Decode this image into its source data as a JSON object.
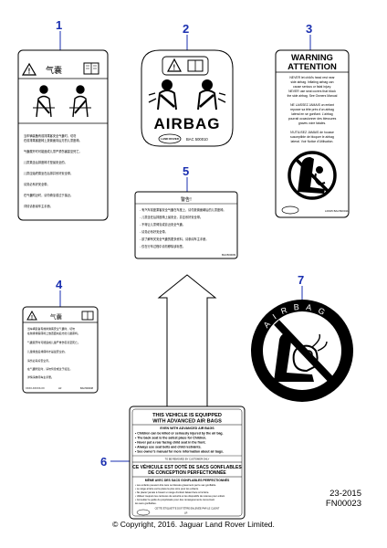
{
  "callouts": [
    "1",
    "2",
    "3",
    "4",
    "5",
    "6",
    "7"
  ],
  "label2": {
    "airbag": "AIRBAG",
    "brand": "LAND ROVER",
    "part": "BAC 500010"
  },
  "label3": {
    "title1": "WARNING",
    "title2": "ATTENTION",
    "en": [
      "NEVER let child's head rest near",
      "side airbag. Inflating airbag can",
      "cause serious or fatal injury.",
      "NEVER use seat covers that block",
      "the side airbag. See Owners Manual"
    ],
    "fr": [
      "NE LAISSEZ JAMAIS un enfant",
      "reposer sa tête près d'un airbag",
      "latéral en se gonflant. L'airbag",
      "pourrait occasionner des blessures",
      "graves voire fatales.",
      "N'UTILISEZ JAMAIS de housse",
      "susceptible de bloquer le airbag",
      "lateral. Voir Notice d'Utilisation."
    ],
    "part": "LR015 BAC500011"
  },
  "label5": {
    "title": "警告!",
    "lines": [
      "- 有汽车前座乘客安全气囊在车座上，请勿放置面朝后的儿童座椅。",
      "- 儿童坐在后排座椅上最安全，并应系好安全带。",
      "- 不得让儿童倚靠或靠近安全气囊。",
      "- 请务必系好安全带。",
      "- 欲了解有关安全气囊的更多资料，请参阅车主手册。",
      "- 仅在行车过程中请勿移除该标签。"
    ],
    "part": "BAC500009"
  },
  "label1": {
    "cn": [
      "当车辆装备有前排乘客安全气囊时，切勿",
      "在前排乘客座椅上放置面向后方的儿童座椅。",
      "气囊展开时可能造成儿童严重伤害甚至死亡。",
      "儿童乘坐后排座椅才是最安全的。",
      "儿童应始终乘坐在后排并系好安全带。",
      "请务必系好安全带。",
      "在气囊附近时，请勿倚靠或过于接近。",
      "详情请参阅车主手册。"
    ]
  },
  "label4": {
    "cn": [
      "当车辆装备有前排乘客安全气囊时，切勿",
      "在前排乘客座椅上放置面向后方的儿童座椅。",
      "气囊展开时可能造成儿童严重伤害甚至死亡。",
      "儿童乘坐后排座椅才是最安全的。",
      "请务必系好安全带。",
      "在气囊附近时，请勿倚靠或过于接近。",
      "详情请参阅车主手册。"
    ],
    "part_left": "XXXX-XXXXX-XX",
    "part_mid": "LR",
    "part_right": "BAC500008"
  },
  "label6": {
    "title1": "THIS VEHICLE IS EQUIPPED",
    "title2": "WITH ADVANCED AIR BAGS",
    "sub": "EVEN WITH ADVANCED AIR BAGS",
    "bullets": [
      "• Children can be killed or seriously injured by the air bag.",
      "• The back seat is the safest place for Children.",
      "• Never put a rear facing child seat in the front.",
      "• Always use seat belts and child restraints.",
      "• See owner's manual for more information about air bags."
    ],
    "removed": "TO BE REMOVED BY CUSTOMER ONLY",
    "fr_title1": "CE VÉHICULE EST DOTÉ DE SACS GONFLABLES",
    "fr_title2": "DE CONCEPTION PERFECTIONNÉE",
    "fr_sub": "MÊME AVEC DES SACS GONFLABLES PERFECTIONNÉS",
    "fr_bullets": [
      "• Les enfants peuvent être tués ou blessés gravement par le sac gonflable.",
      "• Le siège arrière est la place la plus sûre pour les enfants.",
      "• Ne placez jamais à l'avant un siège d'enfant faisant face à l'arrière.",
      "• Utilisez toujours les ceintures de sécurité et les dispositifs de retenue pour enfant.",
      "• Consultez le guide du propriétaire pour des renseignements concernant",
      "   les sacs gonflables."
    ],
    "fr_removed": "CETTE ÉTIQUETTE DOIT ÊTRE ENLEVÉE PAR LE CLIENT",
    "part": "LR"
  },
  "label7": {
    "ring_text": "AIRBAG"
  },
  "reference": {
    "line1": "23-2015",
    "line2": "FN00023"
  },
  "copyright": "© Copyright, 2016. Jaguar Land Rover Limited."
}
